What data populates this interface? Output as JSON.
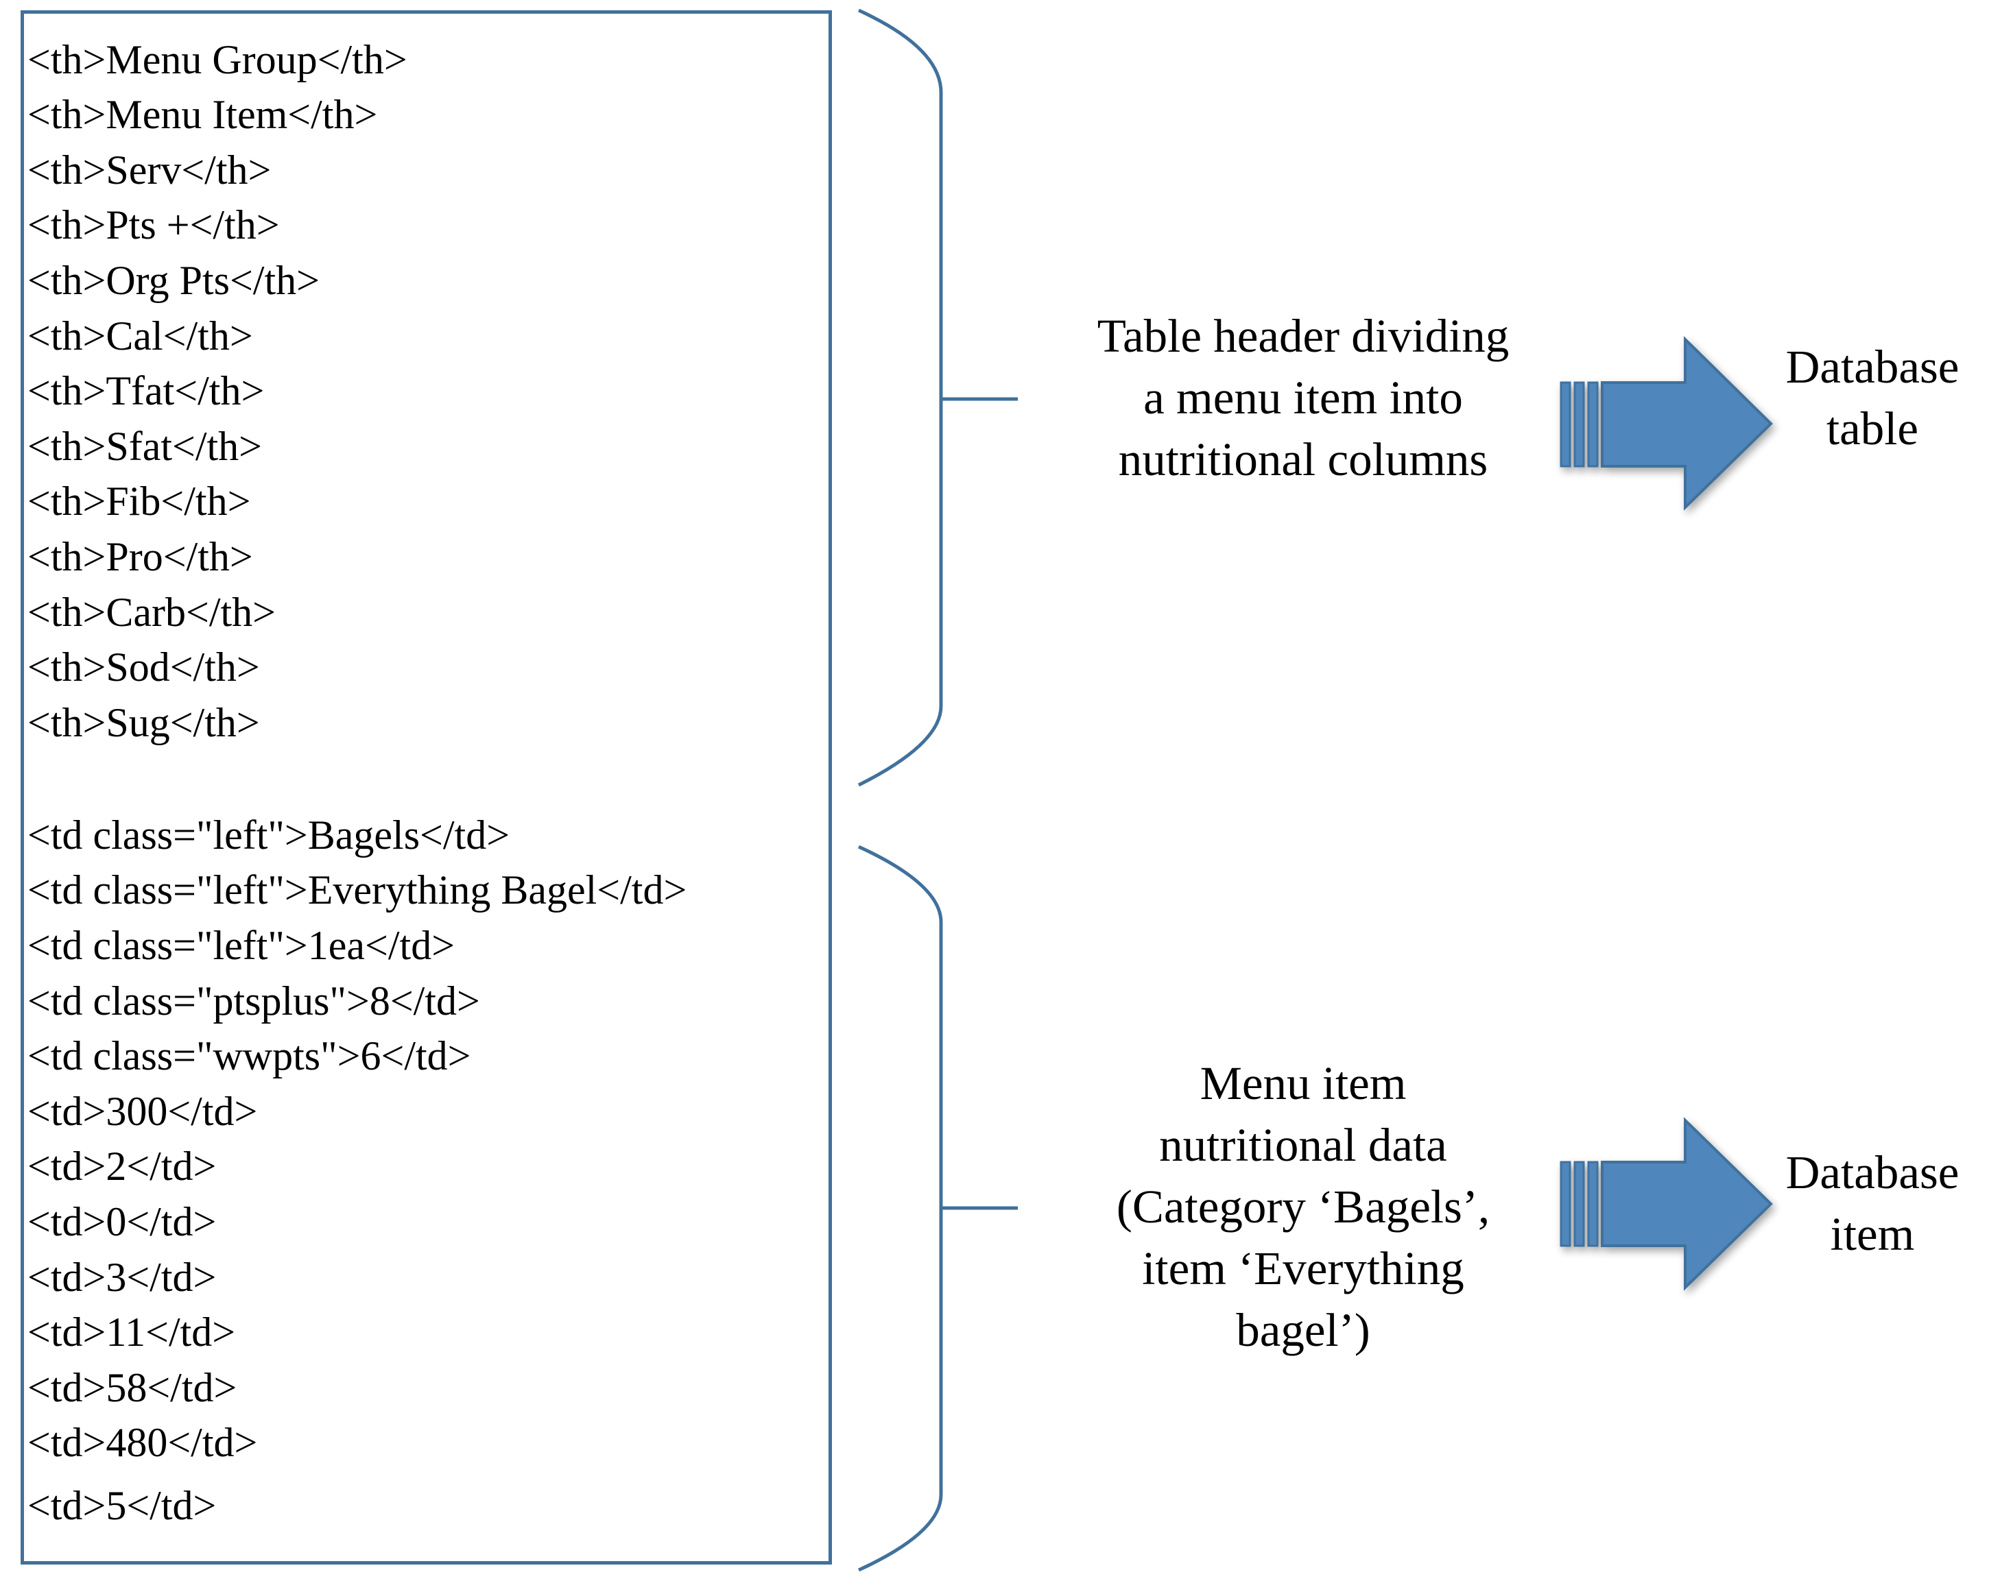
{
  "code_lines": [
    "<th>Menu Group</th>",
    "<th>Menu Item</th>",
    "<th>Serv</th>",
    "<th>Pts +</th>",
    "<th>Org Pts</th>",
    "<th>Cal</th>",
    "<th>Tfat</th>",
    "<th>Sfat</th>",
    "<th>Fib</th>",
    "<th>Pro</th>",
    "<th>Carb</th>",
    "<th>Sod</th>",
    "<th>Sug</th>",
    "<td class=\"left\">Bagels</td>",
    "<td class=\"left\">Everything Bagel</td>",
    "<td class=\"left\">1ea</td>",
    "<td class=\"ptsplus\">8</td>",
    "<td class=\"wwpts\">6</td>",
    "<td>300</td>",
    "<td>2</td>",
    "<td>0</td>",
    "<td>3</td>",
    "<td>11</td>",
    "<td>58</td>",
    "<td>480</td>",
    "<td>5</td>"
  ],
  "groups": [
    {
      "description": [
        "Table header dividing",
        "a menu item into",
        "nutritional columns"
      ],
      "target": [
        "Database",
        "table"
      ]
    },
    {
      "description": [
        "Menu item",
        "nutritional data",
        "(Category ‘Bagels’,",
        "item ‘Everything",
        "bagel’)"
      ],
      "target": [
        "Database",
        "item"
      ]
    }
  ],
  "colors": {
    "box_border": "#41719c",
    "arrow_fill": "#4f86bc",
    "arrow_stroke": "#41719c"
  }
}
